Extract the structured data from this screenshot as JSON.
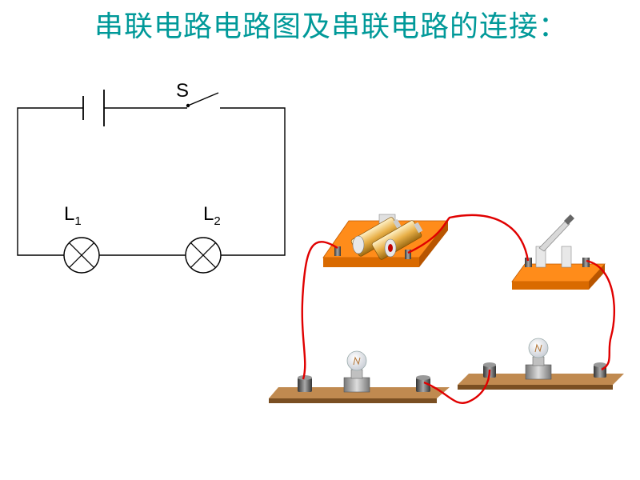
{
  "title": "串联电路电路图及串联电路的连接：",
  "schematic": {
    "switch_label": "S",
    "lamp1_label": {
      "letter": "L",
      "subscript": "1"
    },
    "lamp2_label": {
      "letter": "L",
      "subscript": "2"
    }
  },
  "colors": {
    "title": "#009999",
    "wire_schematic": "#000000",
    "wire_physical": "#e00000",
    "board_wood": "#9c6b35",
    "base_orange": "#ff8c1a",
    "battery_cell": "#f0c060",
    "terminal": "#555555"
  },
  "physical_setup": {
    "components": [
      "battery-holder-icon",
      "knife-switch-icon",
      "bulb-1-icon",
      "bulb-2-icon"
    ]
  }
}
